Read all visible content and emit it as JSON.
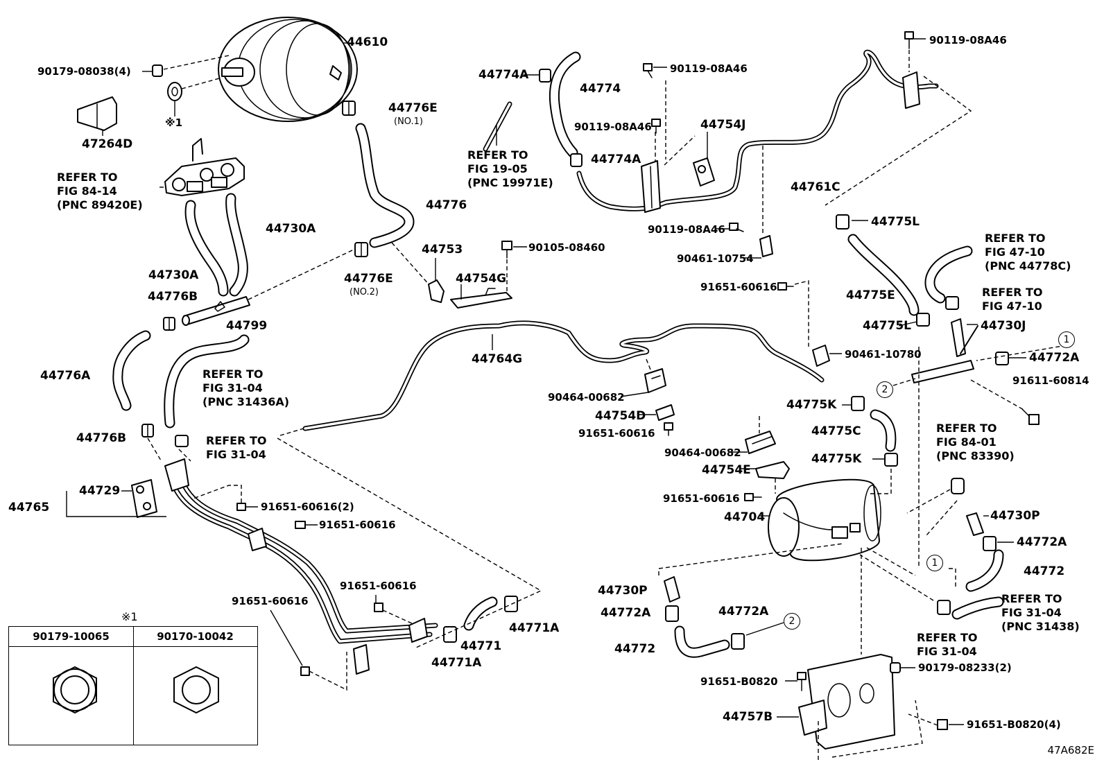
{
  "labels": {
    "p44610": "44610",
    "p90179_08038": "90179-08038(4)",
    "p47264D": "47264D",
    "mark1": "※1",
    "ref_84_14": "REFER TO\nFIG 84-14\n(PNC 89420E)",
    "p44730A_r": "44730A",
    "p44730A_l": "44730A",
    "p44776B_top": "44776B",
    "p44799": "44799",
    "p44776E_1": "44776E",
    "no1": "(NO.1)",
    "p44776": "44776",
    "p44776E_2": "44776E",
    "no2": "(NO.2)",
    "p44776A": "44776A",
    "ref_31_04_a": "REFER TO\nFIG 31-04\n(PNC 31436A)",
    "ref_31_04_b": "REFER TO\nFIG 31-04",
    "p44776B_bot": "44776B",
    "p44765": "44765",
    "p44729": "44729",
    "p91651_60616_2": "91651-60616(2)",
    "p91651_60616_a": "91651-60616",
    "p91651_60616_b": "91651-60616",
    "p91651_60616_c": "91651-60616",
    "p44771": "44771",
    "p44771A_r": "44771A",
    "p44771A_b": "44771A",
    "p44774A_top": "44774A",
    "p44774": "44774",
    "ref_19_05": "REFER TO\nFIG 19-05\n(PNC 19971E)",
    "p90119_08A46_a": "90119-08A46",
    "p90119_08A46_b": "90119-08A46",
    "p44774A_mid": "44774A",
    "p44754J": "44754J",
    "p90119_08A46_top": "90119-08A46",
    "p44761C": "44761C",
    "p90119_08A46_c": "90119-08A46",
    "p90461_10754": "90461-10754",
    "p44753": "44753",
    "p90105_08460": "90105-08460",
    "p44754G": "44754G",
    "p44764G": "44764G",
    "p91651_60616_d": "91651-60616",
    "p90461_10780": "90461-10780",
    "p90464_00682_a": "90464-00682",
    "p44754D": "44754D",
    "p91651_60616_e": "91651-60616",
    "p90464_00682_b": "90464-00682",
    "p44754E": "44754E",
    "p91651_60616_f": "91651-60616",
    "p44704": "44704",
    "p44775L_top": "44775L",
    "ref_47_10_a": "REFER TO\nFIG 47-10\n(PNC 44778C)",
    "ref_47_10_b": "REFER TO\nFIG 47-10",
    "p44775E": "44775E",
    "p44775L_mid": "44775L",
    "p44730J": "44730J",
    "p44772A_r": "44772A",
    "p91611_60814": "91611-60814",
    "p44775K_a": "44775K",
    "p44775C": "44775C",
    "p44775K_b": "44775K",
    "ref_84_01": "REFER TO\nFIG 84-01\n(PNC 83390)",
    "p44730P_r": "44730P",
    "p44772A_mid": "44772A",
    "p44772_r": "44772",
    "ref_31_04_c": "REFER TO\nFIG 31-04\n(PNC 31438)",
    "ref_31_04_d": "REFER TO\nFIG 31-04",
    "p44730P_l": "44730P",
    "p44772A_l": "44772A",
    "p44772A_l2": "44772A",
    "p44772_l": "44772",
    "p91651_B0820": "91651-B0820",
    "p90179_08233": "90179-08233(2)",
    "p44757B": "44757B",
    "p91651_B0820_4": "91651-B0820(4)",
    "c1a": "1",
    "c1b": "1",
    "c2a": "2",
    "c2b": "2"
  },
  "table": {
    "marker": "※1",
    "col1": "90179-10065",
    "col2": "90170-10042"
  },
  "figure_code": "47A682E"
}
